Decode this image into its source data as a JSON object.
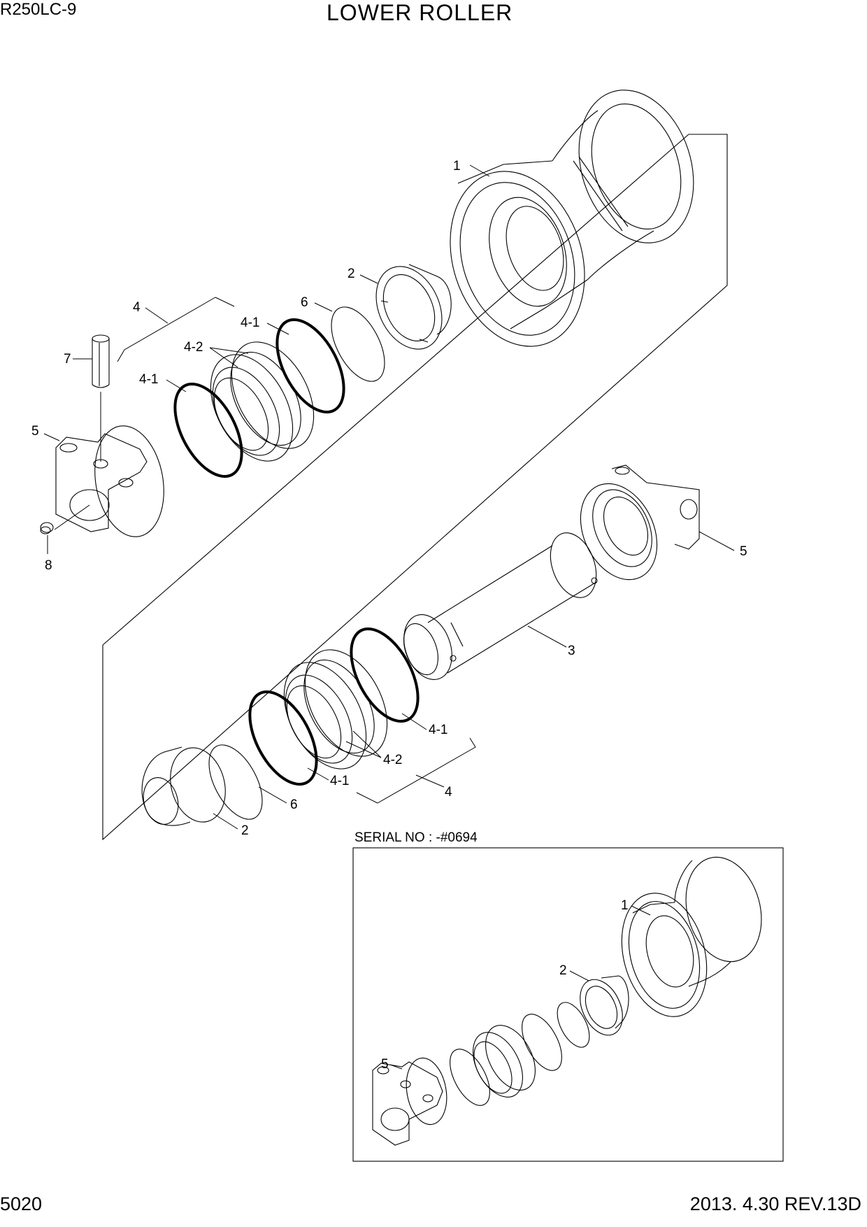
{
  "header": {
    "model": "R250LC-9",
    "title": "LOWER ROLLER"
  },
  "footer": {
    "page_number": "5020",
    "revision": "2013. 4.30  REV.13D"
  },
  "inset": {
    "serial_note": "SERIAL NO : -#0694"
  },
  "callouts": {
    "roller_shell": "1",
    "bushing": "2",
    "shaft": "3",
    "seal_group": "4",
    "seal_ring": "4-1",
    "floating_seal": "4-2",
    "collar": "5",
    "o_ring": "6",
    "pin": "7",
    "plug": "8"
  }
}
